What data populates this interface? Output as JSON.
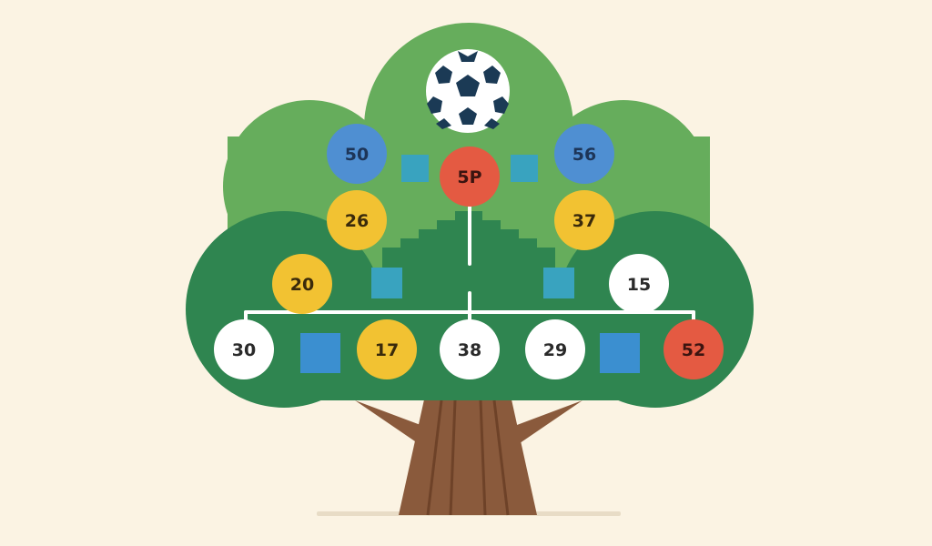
{
  "colors": {
    "background": "#fbf3e3",
    "canopy_light": "#66ad5c",
    "canopy_dark": "#2f8550",
    "trunk": "#8a5a3c",
    "trunk_lines": "#6e4228",
    "connector": "#ffffff",
    "ground": "#e8dcc6",
    "ball_dark": "#1b3a55"
  },
  "top_icon": {
    "name": "soccer-ball-icon"
  },
  "nodes": [
    {
      "id": "n50",
      "label": "50",
      "color": "blue",
      "fill": "#4f8fd2",
      "text": "#1d3558"
    },
    {
      "id": "n5p",
      "label": "5P",
      "color": "red",
      "fill": "#e45a42",
      "text": "#3b1410"
    },
    {
      "id": "n56",
      "label": "56",
      "color": "blue",
      "fill": "#4f8fd2",
      "text": "#1d3558"
    },
    {
      "id": "n26",
      "label": "26",
      "color": "yellow",
      "fill": "#f2c232",
      "text": "#3a2a0b"
    },
    {
      "id": "n37",
      "label": "37",
      "color": "yellow",
      "fill": "#f2c232",
      "text": "#3a2a0b"
    },
    {
      "id": "n20",
      "label": "20",
      "color": "yellow",
      "fill": "#f2c232",
      "text": "#3a2a0b"
    },
    {
      "id": "n15",
      "label": "15",
      "color": "white",
      "fill": "#ffffff",
      "text": "#2a2a2a"
    },
    {
      "id": "n30",
      "label": "30",
      "color": "white",
      "fill": "#ffffff",
      "text": "#2a2a2a"
    },
    {
      "id": "n17",
      "label": "17",
      "color": "yellow",
      "fill": "#f2c232",
      "text": "#3a2a0b"
    },
    {
      "id": "n38",
      "label": "38",
      "color": "white",
      "fill": "#ffffff",
      "text": "#2a2a2a"
    },
    {
      "id": "n29",
      "label": "29",
      "color": "white",
      "fill": "#ffffff",
      "text": "#2a2a2a"
    },
    {
      "id": "n52",
      "label": "52",
      "color": "red",
      "fill": "#e45a42",
      "text": "#3b1410"
    }
  ],
  "squares": [
    {
      "id": "sq1",
      "color": "teal",
      "fill": "#39a3bf"
    },
    {
      "id": "sq2",
      "color": "teal",
      "fill": "#39a3bf"
    },
    {
      "id": "sq3",
      "color": "teal",
      "fill": "#39a3bf"
    },
    {
      "id": "sq4",
      "color": "teal",
      "fill": "#39a3bf"
    },
    {
      "id": "sq5",
      "color": "blue",
      "fill": "#3b8fd0"
    },
    {
      "id": "sq6",
      "color": "blue",
      "fill": "#3b8fd0"
    }
  ]
}
